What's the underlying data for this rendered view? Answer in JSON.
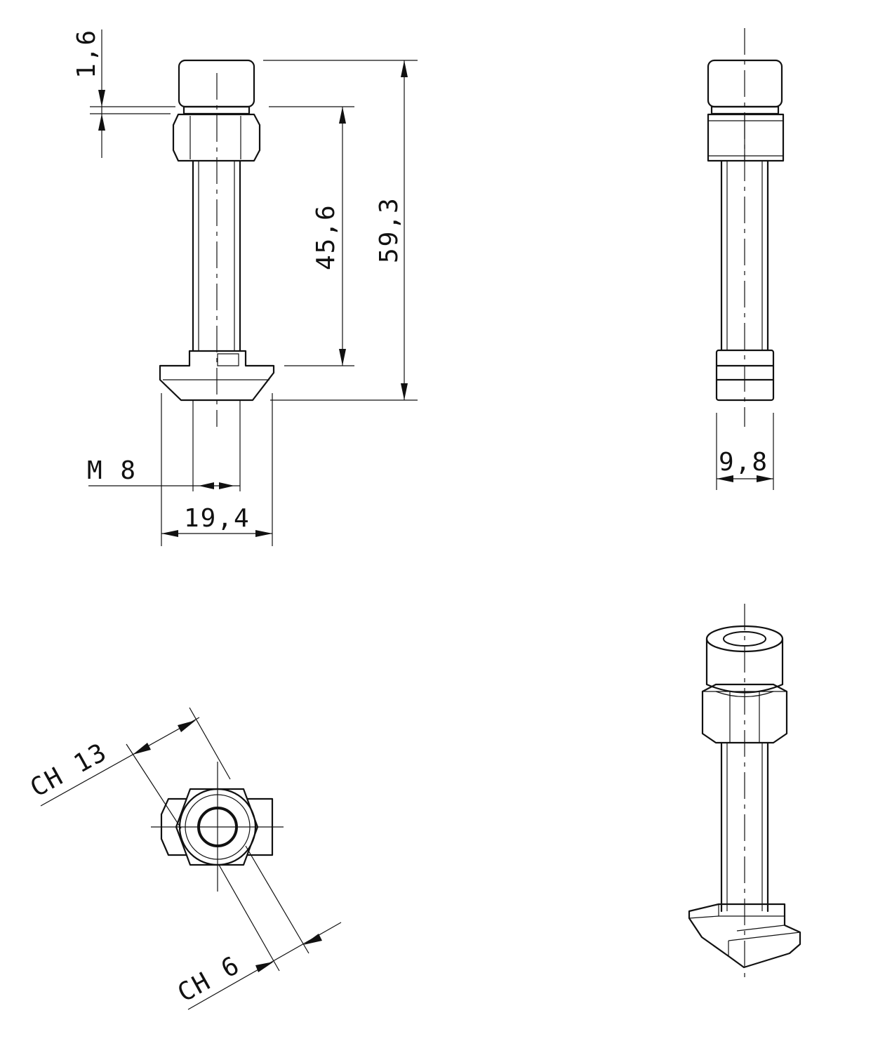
{
  "labels": {
    "head_gap": "1,6",
    "nut_to_tslot": "45,6",
    "overall_height": "59,3",
    "thread": "M 8",
    "tslot_width": "19,4",
    "side_width": "9,8",
    "wrench_nut": "CH 13",
    "wrench_socket": "CH 6"
  }
}
